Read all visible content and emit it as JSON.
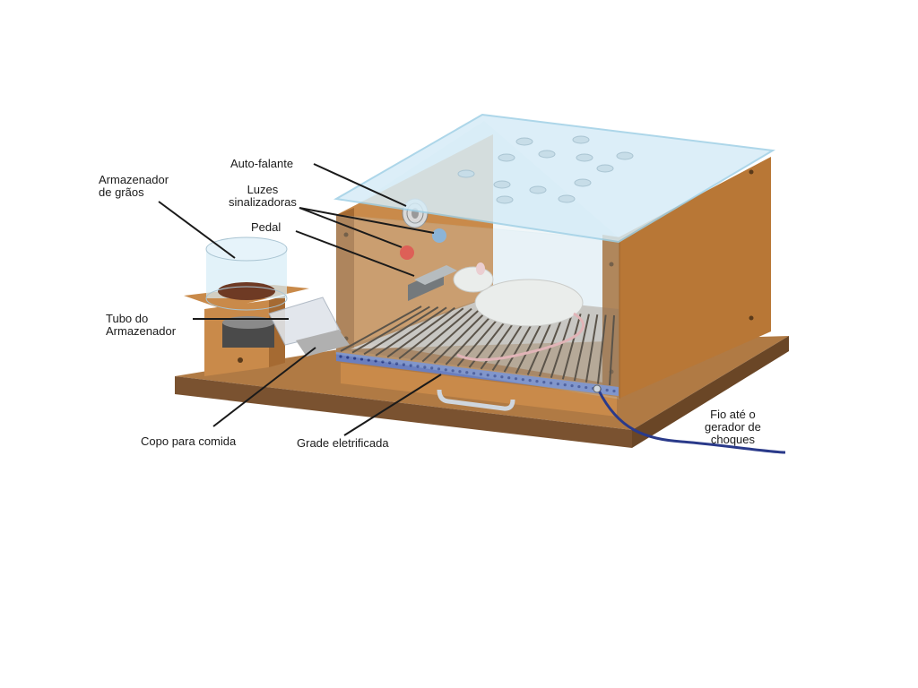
{
  "labels": {
    "speaker": "Auto-falante",
    "grain_store_1": "Armazenador",
    "grain_store_2": "de grãos",
    "lights_1": "Luzes",
    "lights_2": "sinalizadoras",
    "pedal": "Pedal",
    "tube_1": "Tubo do",
    "tube_2": "Armazenador",
    "food_cup": "Copo para comida",
    "grid": "Grade eletrificada",
    "wire_1": "Fio até o",
    "wire_2": "gerador de",
    "wire_3": "choques"
  },
  "colors": {
    "wood_front": "#c98a4a",
    "wood_side": "#b87736",
    "wood_dark": "#8a5a2b",
    "base_top": "#b07a44",
    "base_front": "#7a5230",
    "glass": "#d6ecf7",
    "grid_bar": "#6b7fbf",
    "wire": "#2a3a8a",
    "light_red": "#e23a2a",
    "light_blue": "#7aa6cf",
    "rat": "#f2efe9"
  }
}
